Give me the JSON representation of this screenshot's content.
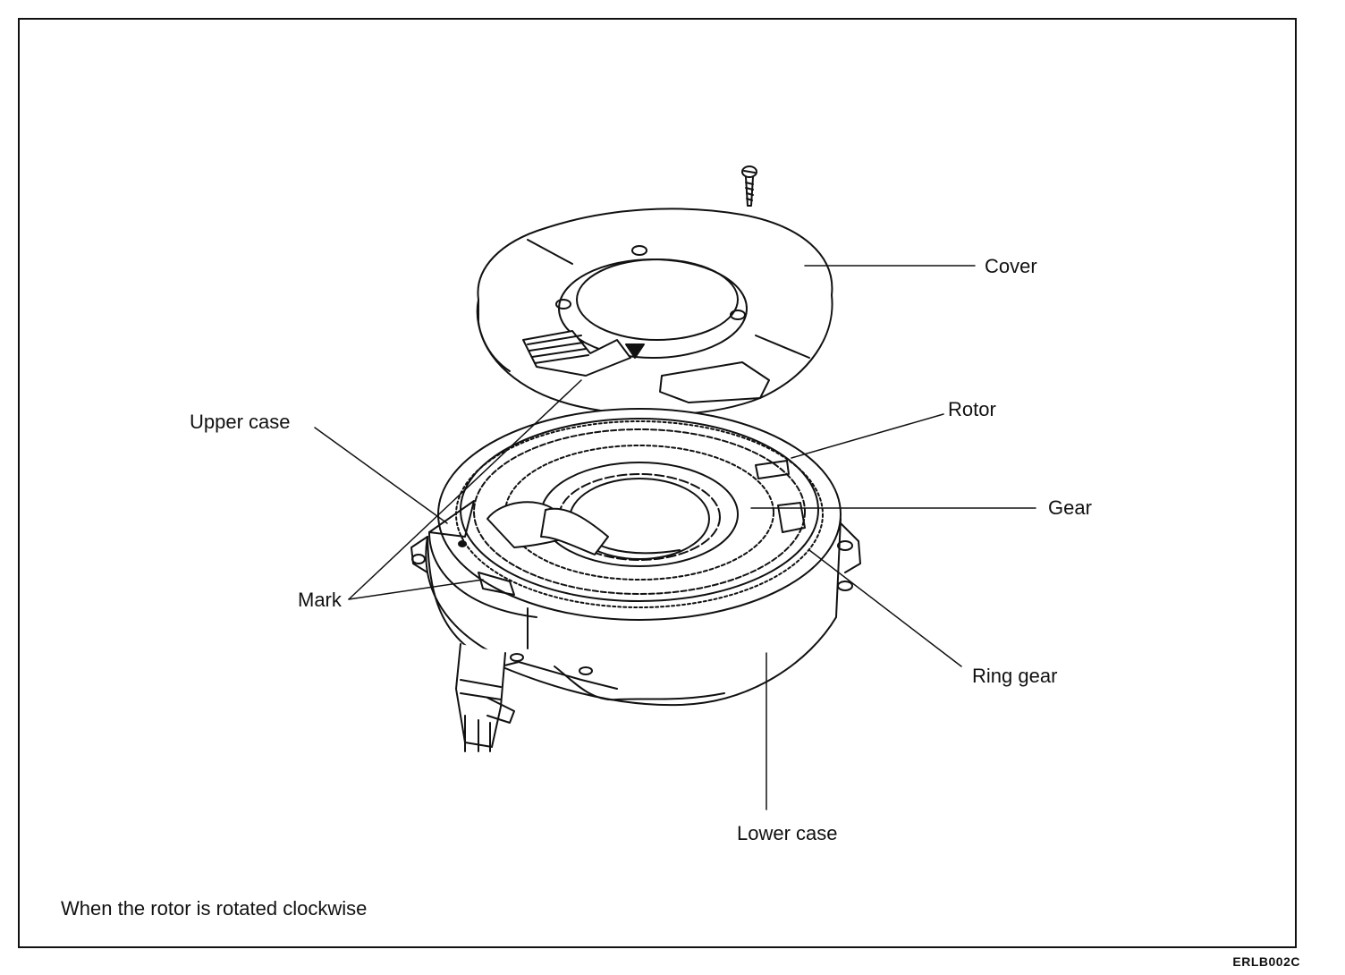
{
  "labels": {
    "cover": "Cover",
    "upper_case": "Upper case",
    "rotor": "Rotor",
    "gear": "Gear",
    "mark": "Mark",
    "ring_gear": "Ring gear",
    "lower_case": "Lower case"
  },
  "caption": "When the rotor is rotated clockwise",
  "figure_id": "ERLB002C",
  "colors": {
    "ink": "#111111",
    "background": "#ffffff"
  }
}
